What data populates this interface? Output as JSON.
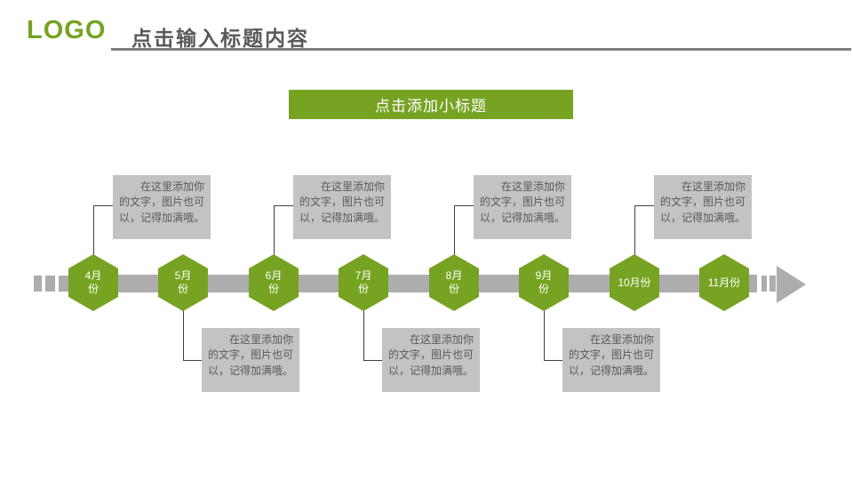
{
  "header": {
    "logo": "LOGO",
    "title": "点击输入标题内容"
  },
  "subtitle": {
    "label": "点击添加小标题"
  },
  "timeline": {
    "months": [
      {
        "label": "4月份"
      },
      {
        "label": "5月份"
      },
      {
        "label": "6月份"
      },
      {
        "label": "7月份"
      },
      {
        "label": "8月份"
      },
      {
        "label": "9月份"
      },
      {
        "label": "10月份"
      },
      {
        "label": "11月份"
      }
    ],
    "notes": [
      {
        "position": "top",
        "text": "在这里添加你的文字，图片也可以，记得加满哦。"
      },
      {
        "position": "bottom",
        "text": "在这里添加你的文字，图片也可以，记得加满哦。"
      },
      {
        "position": "top",
        "text": "在这里添加你的文字，图片也可以，记得加满哦。"
      },
      {
        "position": "bottom",
        "text": "在这里添加你的文字，图片也可以，记得加满哦。"
      },
      {
        "position": "top",
        "text": "在这里添加你的文字，图片也可以，记得加满哦。"
      },
      {
        "position": "bottom",
        "text": "在这里添加你的文字，图片也可以，记得加满哦。"
      },
      {
        "position": "top",
        "text": "在这里添加你的文字，图片也可以，记得加满哦。"
      }
    ]
  },
  "colors": {
    "accent_green": "#76a322",
    "timeline_gray": "#adadad",
    "note_box_gray": "#c3c3c3",
    "text_dark_gray": "#595959",
    "title_underline_gray": "#7f7f7f",
    "connector_line": "#404040",
    "white_text": "#ffffff"
  }
}
